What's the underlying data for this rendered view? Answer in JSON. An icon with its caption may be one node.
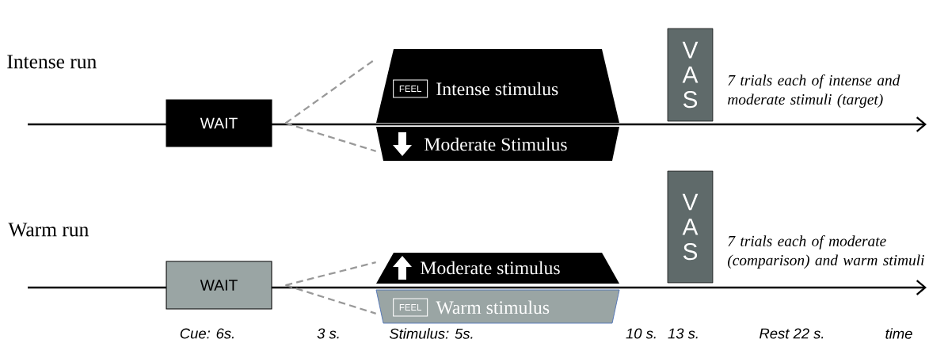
{
  "diagram": {
    "nodes": [
      {
        "text": [
          "WAIT"
        ]
      },
      {
        "text": [
          "Intense stimulus"
        ]
      },
      {
        "text": [
          "FEEL"
        ],
        "in": 1
      },
      {
        "text": [
          "Moderate Stimulus"
        ]
      },
      {
        "text": [
          "VAS"
        ]
      },
      {
        "text": [
          "WAIT"
        ]
      },
      {
        "text": [
          "Moderate stimulus"
        ]
      },
      {
        "text": [
          "Warm stimulus"
        ]
      },
      {
        "text": [
          "FEEL"
        ],
        "in": 7
      },
      {
        "text": [
          "VAS"
        ]
      }
    ],
    "edges": [
      {
        "from": 0,
        "to": 1,
        "arrow": "none",
        "style": "dashed"
      },
      {
        "from": 0,
        "to": 3,
        "arrow": "none",
        "style": "dashed"
      },
      {
        "from": 5,
        "to": 6,
        "arrow": "none",
        "style": "dashed"
      },
      {
        "from": 5,
        "to": 7,
        "arrow": "none",
        "style": "dashed"
      }
    ],
    "labels": [
      "Intense run",
      "7 trials each of intense and moderate stimuli (target)",
      "Warm run",
      "7 trials each of moderate (comparison) and warm stimuli",
      "Cue: 6s.",
      "3 s.",
      "Stimulus: 5s.",
      "10 s.",
      "13 s.",
      "Rest 22 s.",
      "time"
    ]
  }
}
